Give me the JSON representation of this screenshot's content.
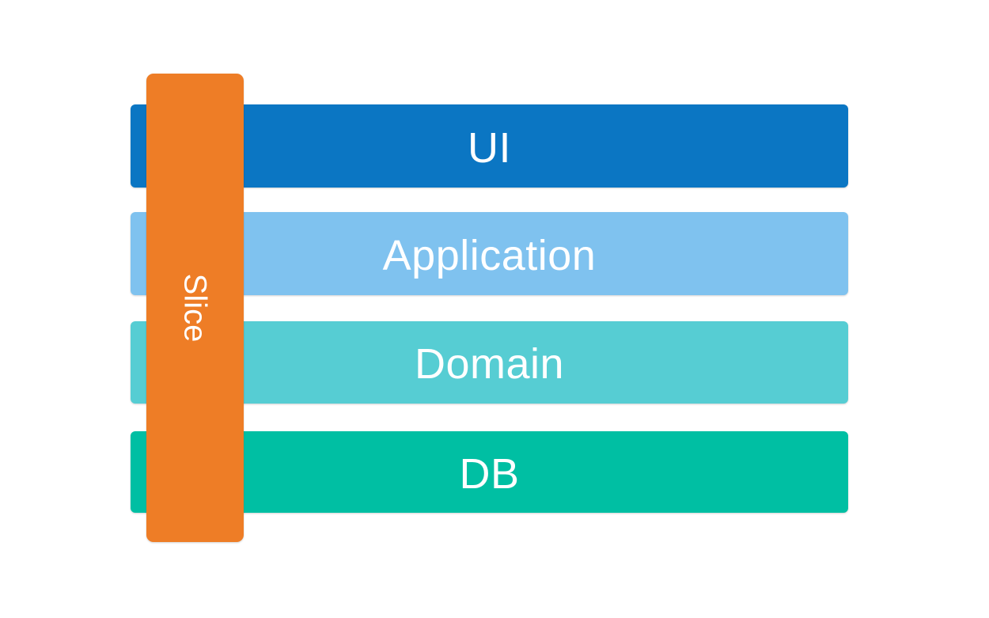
{
  "diagram": {
    "kind": "layered-architecture-with-vertical-slice",
    "background_color": "#ffffff",
    "text_color": "#ffffff",
    "layers": [
      {
        "label": "UI",
        "color": "#0b76c3"
      },
      {
        "label": "Application",
        "color": "#7fc2ef"
      },
      {
        "label": "Domain",
        "color": "#56cdd3"
      },
      {
        "label": "DB",
        "color": "#00bfa3"
      }
    ],
    "slice": {
      "label": "Slice",
      "color": "#ee7d26",
      "text_rotation_deg": 90
    }
  }
}
